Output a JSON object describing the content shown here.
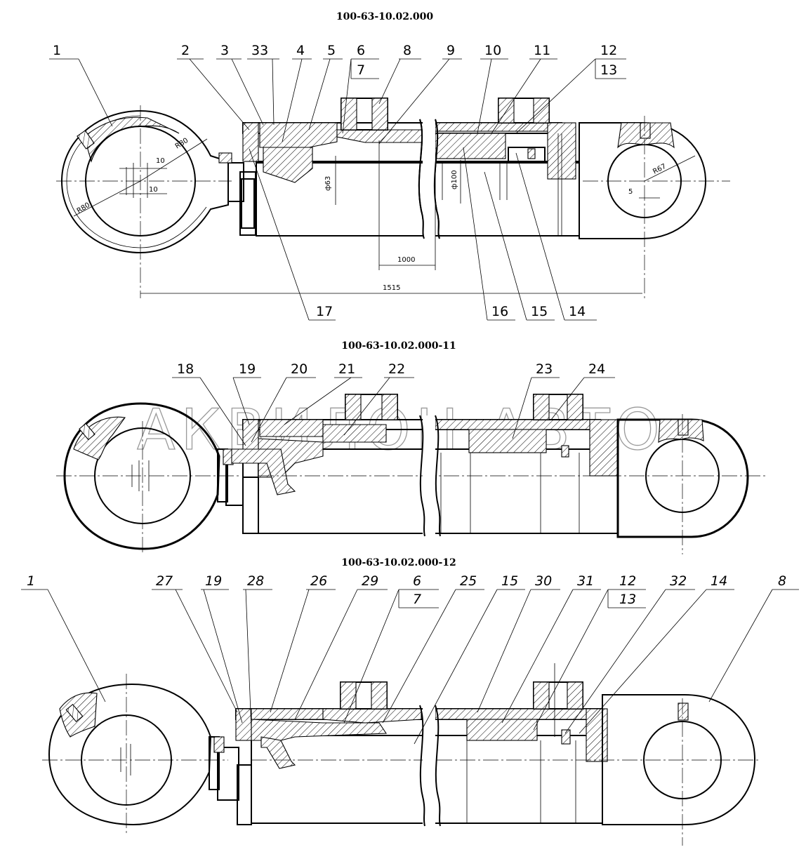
{
  "titles": {
    "top": "100-63-10.02.000",
    "middle": "100-63-10.02.000-11",
    "bottom": "100-63-10.02.000-12"
  },
  "watermark": "АКВИЛОН АВТО",
  "dimensions": {
    "r80_a": "R80",
    "r80_b": "R80",
    "r67": "R67",
    "ten_a": "10",
    "ten_b": "10",
    "five": "5",
    "d63": "ф63",
    "d100": "ф100",
    "len_1000": "1000",
    "len_1515": "1515"
  },
  "top_callouts": {
    "c1": "1",
    "c2": "2",
    "c3": "3",
    "c33": "33",
    "c4": "4",
    "c5": "5",
    "c6": "6",
    "c7": "7",
    "c8": "8",
    "c9": "9",
    "c10": "10",
    "c11": "11",
    "c12": "12",
    "c13": "13",
    "c14": "14",
    "c15": "15",
    "c16": "16",
    "c17": "17"
  },
  "middle_callouts": {
    "c18": "18",
    "c19": "19",
    "c20": "20",
    "c21": "21",
    "c22": "22",
    "c23": "23",
    "c24": "24"
  },
  "bottom_callouts": {
    "c1": "1",
    "c27": "27",
    "c19": "19",
    "c28": "28",
    "c26": "26",
    "c29": "29",
    "c6": "6",
    "c7": "7",
    "c25": "25",
    "c15": "15",
    "c30": "30",
    "c31": "31",
    "c12": "12",
    "c13": "13",
    "c32": "32",
    "c14": "14",
    "c8": "8"
  }
}
